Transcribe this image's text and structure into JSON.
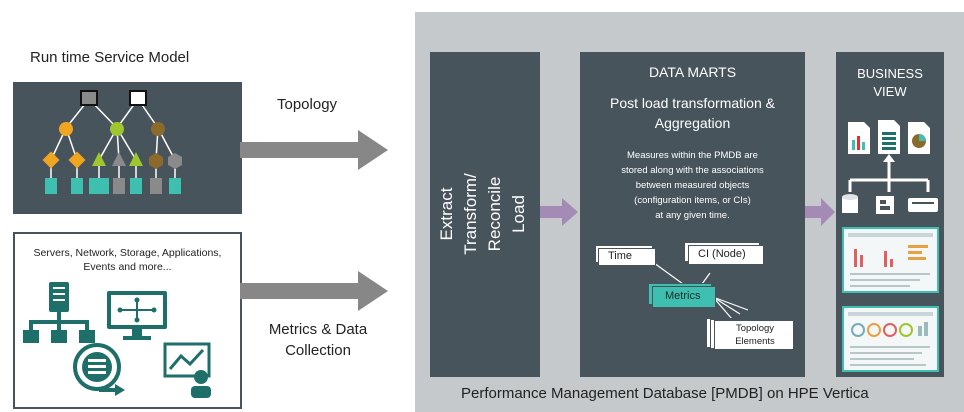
{
  "left": {
    "service_model_title": "Run time Service Model",
    "sources_title_line1": "Servers, Network, Storage, Applications,",
    "sources_title_line2": "Events and more..."
  },
  "arrows": {
    "topology_label": "Topology",
    "metrics_label_line1": "Metrics & Data",
    "metrics_label_line2": "Collection"
  },
  "etl": {
    "line1": "Extract",
    "line2": "Transform/",
    "line3": "Reconcile",
    "line4": "Load"
  },
  "datamarts": {
    "title": "DATA MARTS",
    "subtitle_line1": "Post load transformation &",
    "subtitle_line2": "Aggregation",
    "desc_line1": "Measures within the PMDB are",
    "desc_line2": "stored along with the associations",
    "desc_line3": "between measured objects",
    "desc_line4": "(configuration items, or CIs)",
    "desc_line5": "at any given time.",
    "tables": {
      "time": "Time",
      "ci_node": "CI (Node)",
      "metrics": "Metrics",
      "topology_line1": "Topology",
      "topology_line2": "Elements"
    }
  },
  "business_view": {
    "title_line1": "BUSINESS",
    "title_line2": "VIEW"
  },
  "footer": {
    "caption": "Performance Management Database [PMDB] on HPE Vertica"
  },
  "colors": {
    "panel_dark": "#47545c",
    "backdrop_gray": "#c6c9cb",
    "arrow_gray": "#878787",
    "arrow_purple": "#a48bb6",
    "accent_teal": "#3fbfb0",
    "node_orange": "#f0a51e",
    "node_green": "#9fc62f",
    "node_brown": "#8c6a2c",
    "icon_teal": "#1e6e6a"
  }
}
